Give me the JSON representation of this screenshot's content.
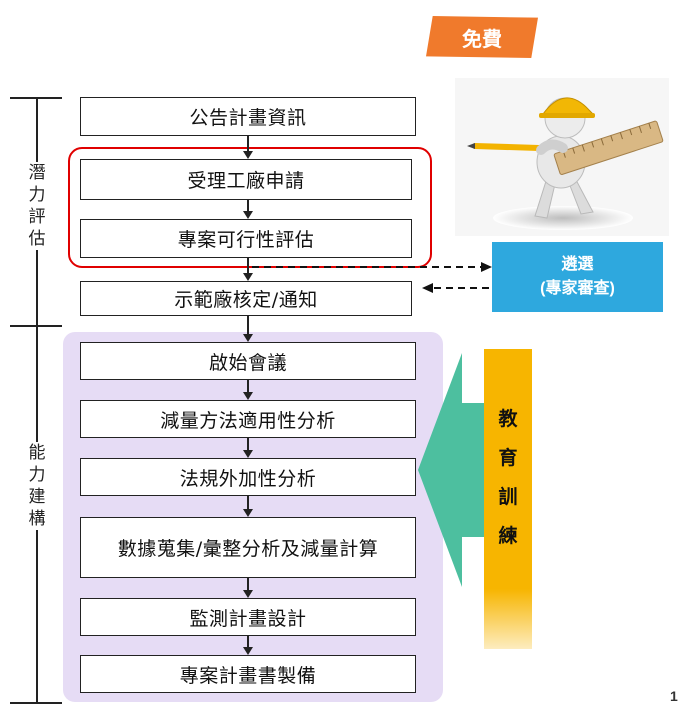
{
  "tag": "免費",
  "section_labels": {
    "potential": "潛力評估",
    "capability": "能力建構"
  },
  "steps": [
    "公告計畫資訊",
    "受理工廠申請",
    "專案可行性評估",
    "示範廠核定/通知",
    "啟始會議",
    "減量方法適用性分析",
    "法規外加性分析",
    "數據蒐集/彙整分析及減量計算",
    "監測計畫設計",
    "專案計畫書製備"
  ],
  "selection_box": {
    "line1": "遴選",
    "line2": "(專家審查)"
  },
  "education_label": "教育訓練",
  "page_number": "1",
  "colors": {
    "tag": "#f07a2c",
    "selection_box": "#2ea8de",
    "education_bar": "#f7b500",
    "education_arrow": "#4dbf9f",
    "panel": "#e6dcf5",
    "highlight_frame": "#e00000"
  },
  "illustration": "worker-with-ruler-and-pencil"
}
